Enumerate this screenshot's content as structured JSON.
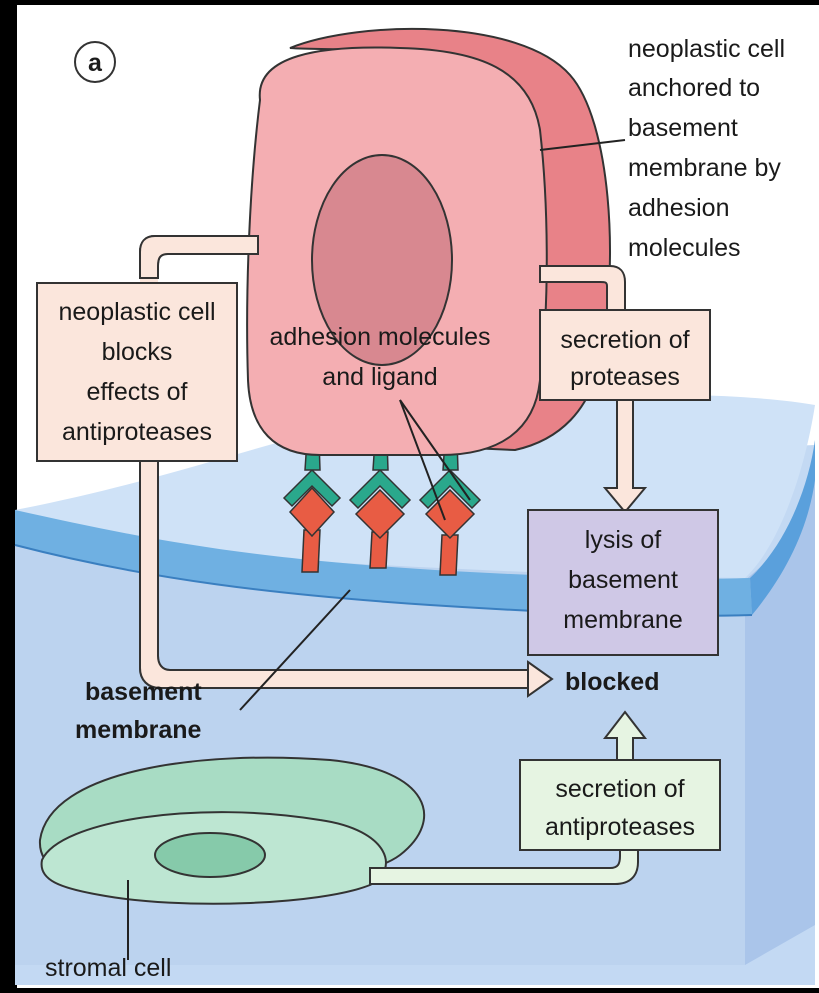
{
  "panel_label": "a",
  "neoplastic_cell_label": [
    "neoplastic cell",
    "anchored to",
    "basement",
    "membrane by",
    "adhesion",
    "molecules"
  ],
  "blocks_box": [
    "neoplastic cell",
    "blocks",
    "effects of",
    "antiproteases"
  ],
  "adhesion_label": [
    "adhesion molecules",
    "and ligand"
  ],
  "proteases_box": [
    "secretion of",
    "proteases"
  ],
  "lysis_box": [
    "lysis of",
    "basement",
    "membrane"
  ],
  "blocked_label": "blocked",
  "basement_label": [
    "basement",
    "membrane"
  ],
  "antiproteases_box": [
    "secretion of",
    "antiproteases"
  ],
  "stromal_label": "stromal cell",
  "colors": {
    "cell": "#f2a0a4",
    "cell_side": "#e88288",
    "nucleus": "#d8848c",
    "tissue": "#c7dcf4",
    "membrane": "#5aa6dc",
    "stroma": "#a8dcc4",
    "arrow": "#fbe6dc",
    "lysis": "#cfc8e6",
    "green_box": "#e6f4e2",
    "receptor_green": "#2aa88c",
    "ligand_red": "#e85c44"
  }
}
